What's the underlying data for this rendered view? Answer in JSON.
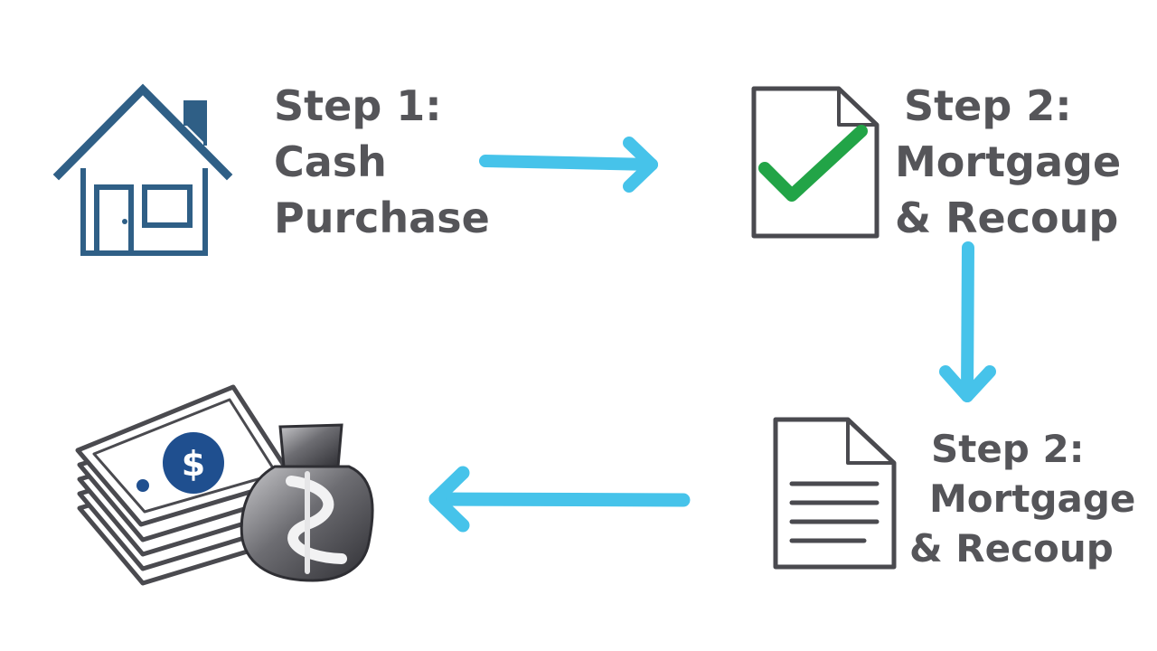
{
  "steps": [
    {
      "lines": [
        "Step 1:",
        "Cash",
        "Purchase"
      ],
      "icon": "house-icon"
    },
    {
      "lines": [
        "Step 2:",
        "Mortgage",
        "& Recoup"
      ],
      "icon": "approved-document-icon"
    },
    {
      "lines": [
        "Step 2:",
        "Mortgage",
        "& Recoup"
      ],
      "icon": "text-document-icon"
    }
  ],
  "final": {
    "icon": "money-stack-icon",
    "symbol": "$"
  },
  "colors": {
    "arrow": "#46c3ea",
    "text": "#555559",
    "house": "#2f5f86",
    "check": "#22a447",
    "coin": "#1f4f8f",
    "outline": "#4a4a4f"
  }
}
